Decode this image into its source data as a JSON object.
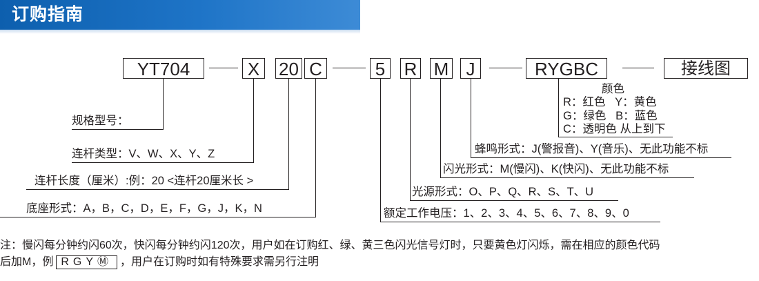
{
  "header": {
    "title": "订购指南"
  },
  "codes": {
    "model": "YT704",
    "rod_type": "X",
    "rod_length": "20",
    "base_form": "C",
    "voltage": "5",
    "light_source": "R",
    "flash": "M",
    "buzzer": "J",
    "colors": "RYGBC",
    "wiring": "接线图"
  },
  "labels": {
    "model": "规格型号：",
    "rod_type": "连杆类型：V、W、X、Y、Z",
    "rod_length": "连杆长度（厘米）:例：20 <连杆20厘米长 >",
    "base_form": "底座形式：A，B，C，D，E，F，G，J，K，N",
    "voltage": "额定工作电压：1、2、3、4、5、6、7、8、9、0",
    "light_source": "光源形式：O、P、Q、R、S、T、U",
    "flash": "闪光形式：M(慢闪)、K(快闪)、无此功能不标",
    "buzzer": "蜂鸣形式：J(警报音)、Y(音乐)、无此功能不标"
  },
  "colors_legend": {
    "title": "颜色",
    "line1": "R：红色   Y：黄色",
    "line2": "G：绿色   B：蓝色",
    "line3": "C：透明色 从上到下"
  },
  "note": {
    "line1": "注：慢闪每分钟约闪60次，快闪每分钟约闪120次，用户如在订购红、绿、黄三色闪光信号灯时，只要黄色灯闪烁，需在相应的颜色代码",
    "line2_before": "后加M，例",
    "example": "RGYⓂ",
    "line2_after": "，用户在订购时如有特殊要求需另行注明"
  }
}
